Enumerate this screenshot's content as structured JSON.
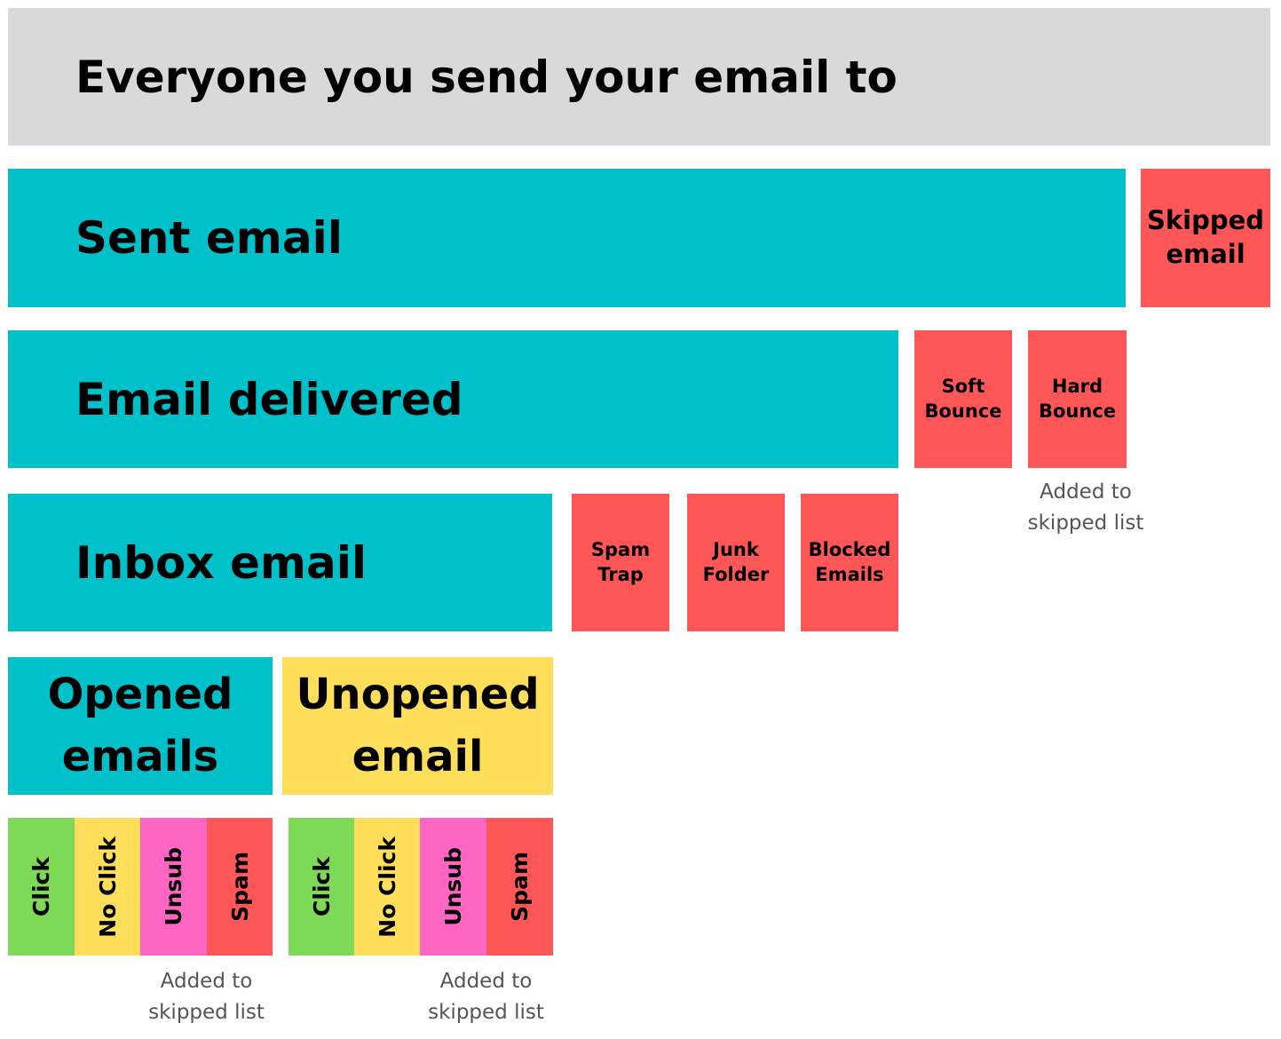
{
  "colors": {
    "neutral": "#d9d9d9",
    "teal": "#00c0c9",
    "red": "#ff5757",
    "yellow": "#ffde5b",
    "green": "#7ed957",
    "pink": "#ff66c4"
  },
  "diagram": {
    "everyone": "Everyone you send your email to",
    "sent": "Sent email",
    "skipped": [
      "Skipped",
      "email"
    ],
    "delivered": "Email delivered",
    "soft_bounce": [
      "Soft",
      "Bounce"
    ],
    "hard_bounce": [
      "Hard",
      "Bounce"
    ],
    "inbox": "Inbox email",
    "spam_trap": [
      "Spam",
      "Trap"
    ],
    "junk_folder": [
      "Junk",
      "Folder"
    ],
    "blocked_emails": [
      "Blocked",
      "Emails"
    ],
    "opened": [
      "Opened",
      "emails"
    ],
    "unopened": [
      "Unopened",
      "email"
    ],
    "opened_outcomes": [
      "Click",
      "No Click",
      "Unsub",
      "Spam"
    ],
    "unopened_outcomes": [
      "Click",
      "No Click",
      "Unsub",
      "Spam"
    ],
    "note_bounce": [
      "Added to",
      "skipped list"
    ],
    "note_opened": [
      "Added to",
      "skipped list"
    ],
    "note_unopened": [
      "Added to",
      "skipped list"
    ]
  }
}
